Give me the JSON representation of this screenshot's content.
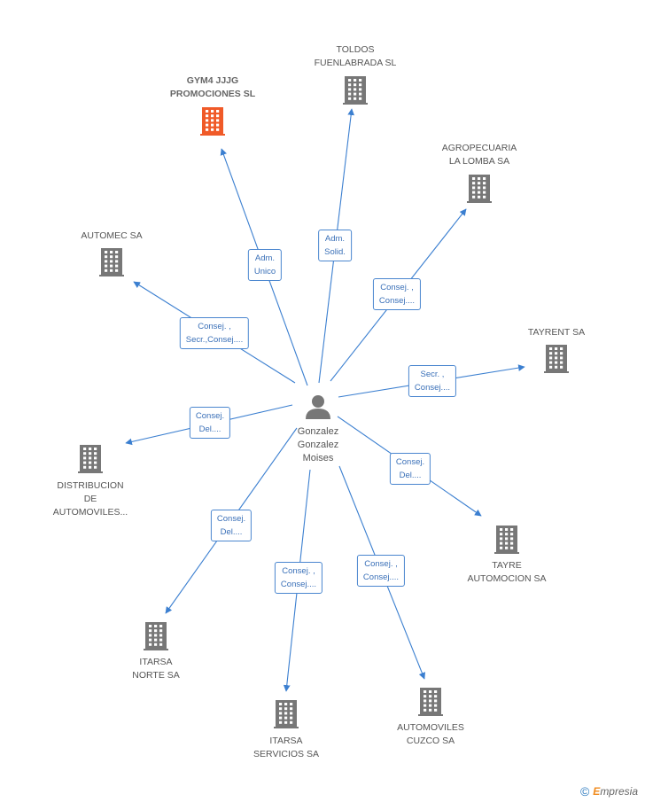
{
  "center": {
    "name": "Gonzalez Gonzalez Moises",
    "lines": [
      "Gonzalez",
      "Gonzalez",
      "Moises"
    ],
    "icon": "person-icon"
  },
  "nodes": [
    {
      "id": "gym4",
      "lines": [
        "GYM4 JJJG",
        "PROMOCIONES SL"
      ],
      "highlight": true,
      "icon": "building-icon",
      "color": "#f05a28",
      "relation": [
        "Adm.",
        "Unico"
      ]
    },
    {
      "id": "toldos",
      "lines": [
        "TOLDOS",
        "FUENLABRADA SL"
      ],
      "icon": "building-icon",
      "relation": [
        "Adm.",
        "Solid."
      ]
    },
    {
      "id": "agropecuaria",
      "lines": [
        "AGROPECUARIA",
        "LA LOMBA SA"
      ],
      "icon": "building-icon",
      "relation": [
        "Consej. ,",
        "Consej...."
      ]
    },
    {
      "id": "automec",
      "lines": [
        "AUTOMEC SA"
      ],
      "icon": "building-icon",
      "relation": [
        "Consej. ,",
        "Secr.,Consej...."
      ]
    },
    {
      "id": "tayrent",
      "lines": [
        "TAYRENT SA"
      ],
      "icon": "building-icon",
      "relation": [
        "Secr. ,",
        "Consej...."
      ]
    },
    {
      "id": "distribucion",
      "lines": [
        "DISTRIBUCION",
        "DE",
        "AUTOMOVILES..."
      ],
      "icon": "building-icon",
      "relation": [
        "Consej.",
        "Del...."
      ]
    },
    {
      "id": "tayre",
      "lines": [
        "TAYRE",
        "AUTOMOCION SA"
      ],
      "icon": "building-icon",
      "relation": [
        "Consej.",
        "Del...."
      ]
    },
    {
      "id": "itarsa-norte",
      "lines": [
        "ITARSA",
        "NORTE SA"
      ],
      "icon": "building-icon",
      "relation": [
        "Consej.",
        "Del...."
      ]
    },
    {
      "id": "itarsa-servicios",
      "lines": [
        "ITARSA",
        "SERVICIOS SA"
      ],
      "icon": "building-icon",
      "relation": [
        "Consej. ,",
        "Consej...."
      ]
    },
    {
      "id": "automoviles-cuzco",
      "lines": [
        "AUTOMOVILES",
        "CUZCO SA"
      ],
      "icon": "building-icon",
      "relation": [
        "Consej. ,",
        "Consej...."
      ]
    }
  ],
  "colors": {
    "edge": "#3b7fd0",
    "building": "#777777",
    "highlight": "#f05a28",
    "person": "#777777"
  },
  "brand": {
    "symbol": "©",
    "initial": "E",
    "rest": "mpresia"
  }
}
